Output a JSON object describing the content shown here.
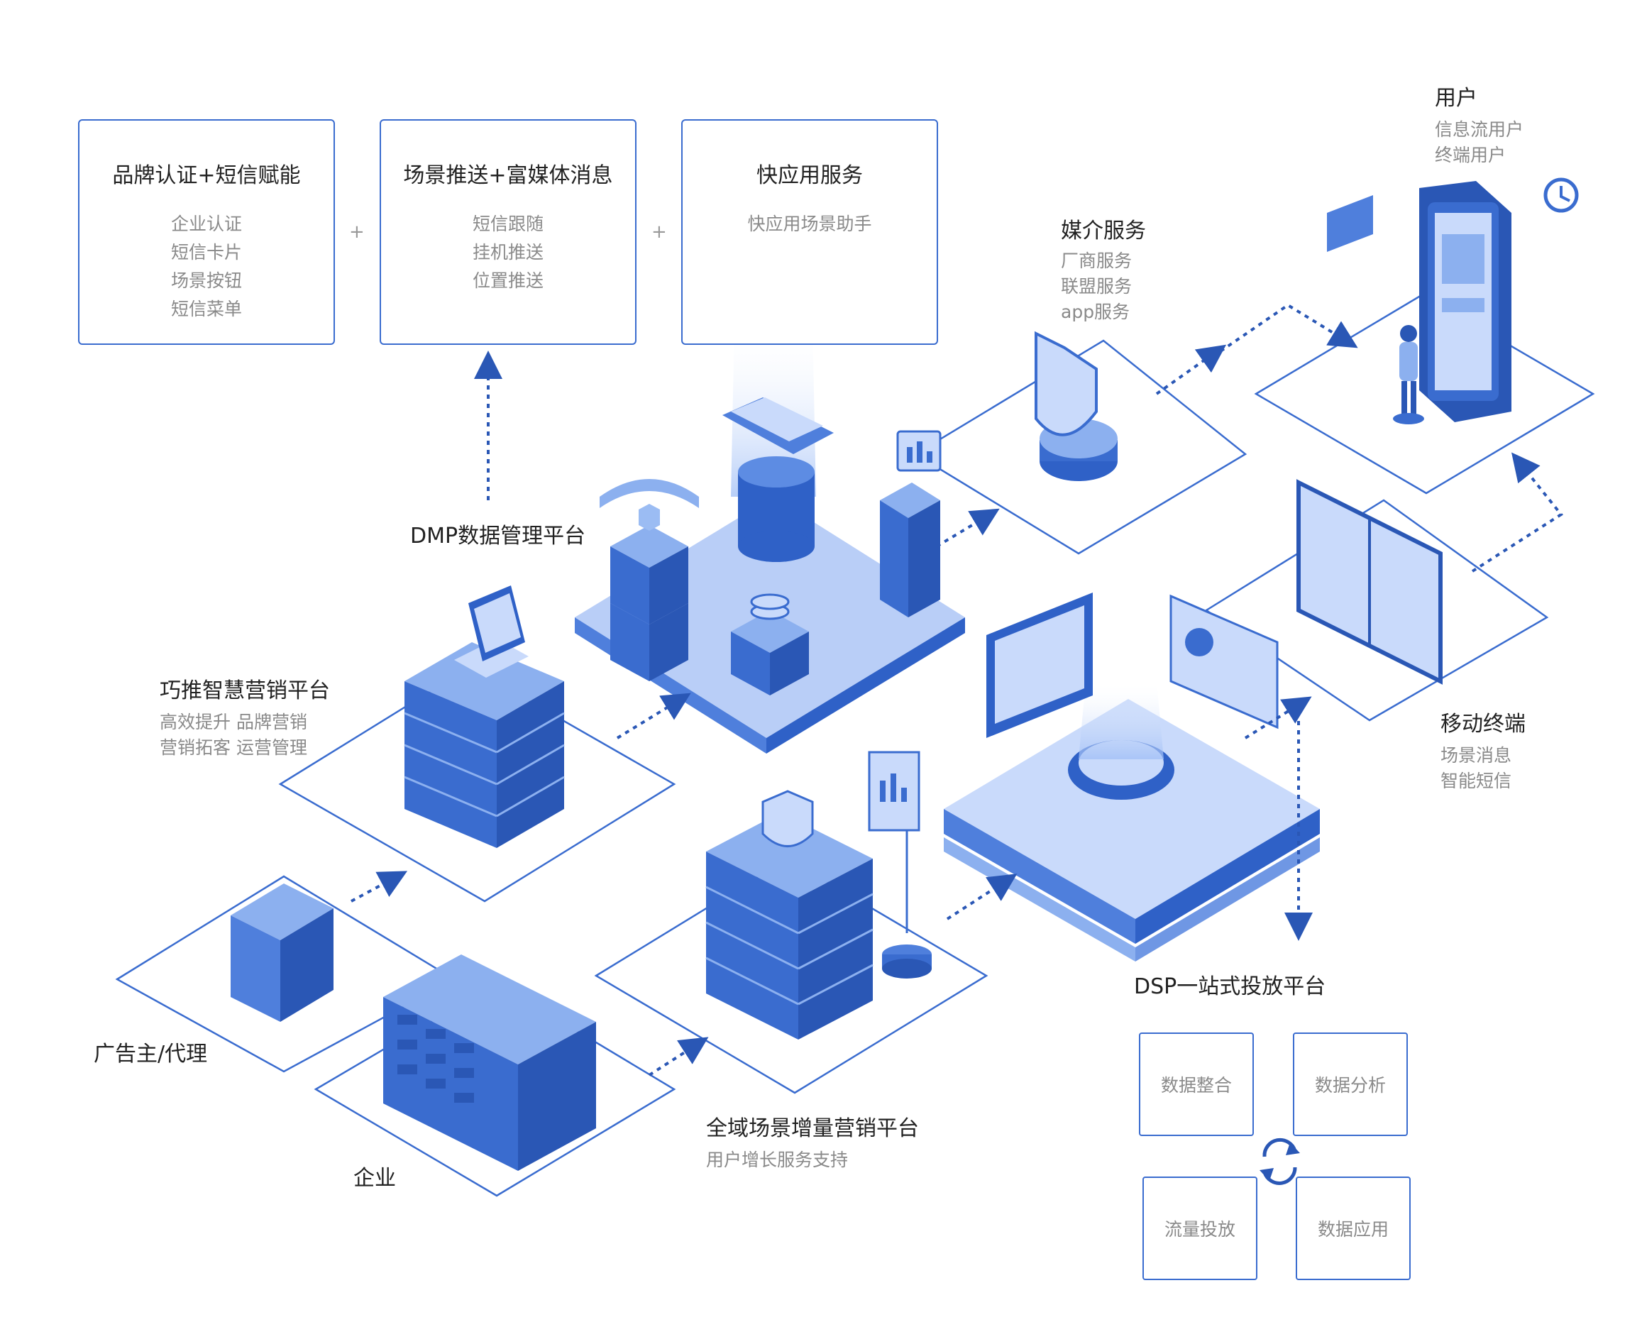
{
  "top_boxes": [
    {
      "title": "品牌认证+短信赋能",
      "items": [
        "企业认证",
        "短信卡片",
        "场景按钮",
        "短信菜单"
      ]
    },
    {
      "title": "场景推送+富媒体消息",
      "items": [
        "短信跟随",
        "挂机推送",
        "位置推送"
      ]
    },
    {
      "title": "快应用服务",
      "items": [
        "快应用场景助手"
      ]
    }
  ],
  "plus_sign": "+",
  "nodes": {
    "dmp": {
      "label": "DMP数据管理平台"
    },
    "media": {
      "label": "媒介服务",
      "items": [
        "厂商服务",
        "联盟服务",
        "app服务"
      ]
    },
    "user": {
      "label": "用户",
      "items": [
        "信息流用户",
        "终端用户"
      ]
    },
    "qiaotui": {
      "label": "巧推智慧营销平台",
      "items": [
        "高效提升 品牌营销",
        "营销拓客 运营管理"
      ]
    },
    "mobile": {
      "label": "移动终端",
      "items": [
        "场景消息",
        "智能短信"
      ]
    },
    "advertiser": {
      "label": "广告主/代理"
    },
    "enterprise": {
      "label": "企业"
    },
    "quanyu": {
      "label": "全域场景增量营销平台",
      "items": [
        "用户增长服务支持"
      ]
    },
    "dsp": {
      "label": "DSP一站式投放平台"
    }
  },
  "dsp_cycle": [
    "数据整合",
    "数据分析",
    "流量投放",
    "数据应用"
  ],
  "icons": [
    "cycle-icon",
    "server-icon",
    "laptop-icon",
    "database-icon",
    "shield-icon",
    "phone-icon",
    "chat-icon",
    "clock-icon",
    "building-icon",
    "coins-icon",
    "person-icon",
    "monitor-icon",
    "chart-icon"
  ],
  "colors": {
    "primary": "#3a6ccf",
    "light": "#c9dafb",
    "mid": "#7aa2e8",
    "dark": "#2a57b5"
  }
}
